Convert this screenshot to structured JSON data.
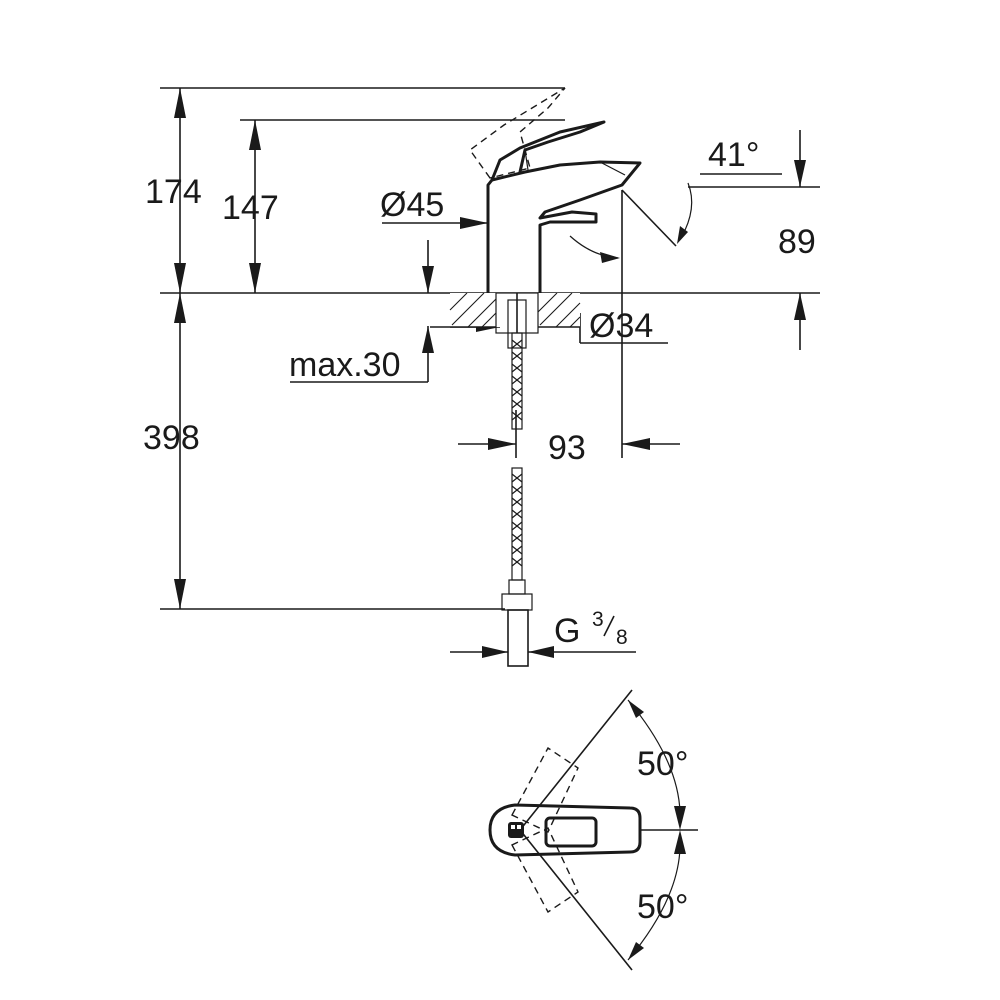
{
  "dimensions": {
    "overall_height": "174",
    "lever_height": "147",
    "spout_height": "89",
    "body_diameter": "Ø45",
    "hole_diameter": "Ø34",
    "max_deck_thickness": "max.30",
    "hose_length": "398",
    "spout_reach": "93",
    "thread_main": "G",
    "thread_num": "3",
    "thread_den": "8"
  },
  "angles": {
    "spout_angle": "41°",
    "lever_left": "50°",
    "lever_right": "50°"
  }
}
